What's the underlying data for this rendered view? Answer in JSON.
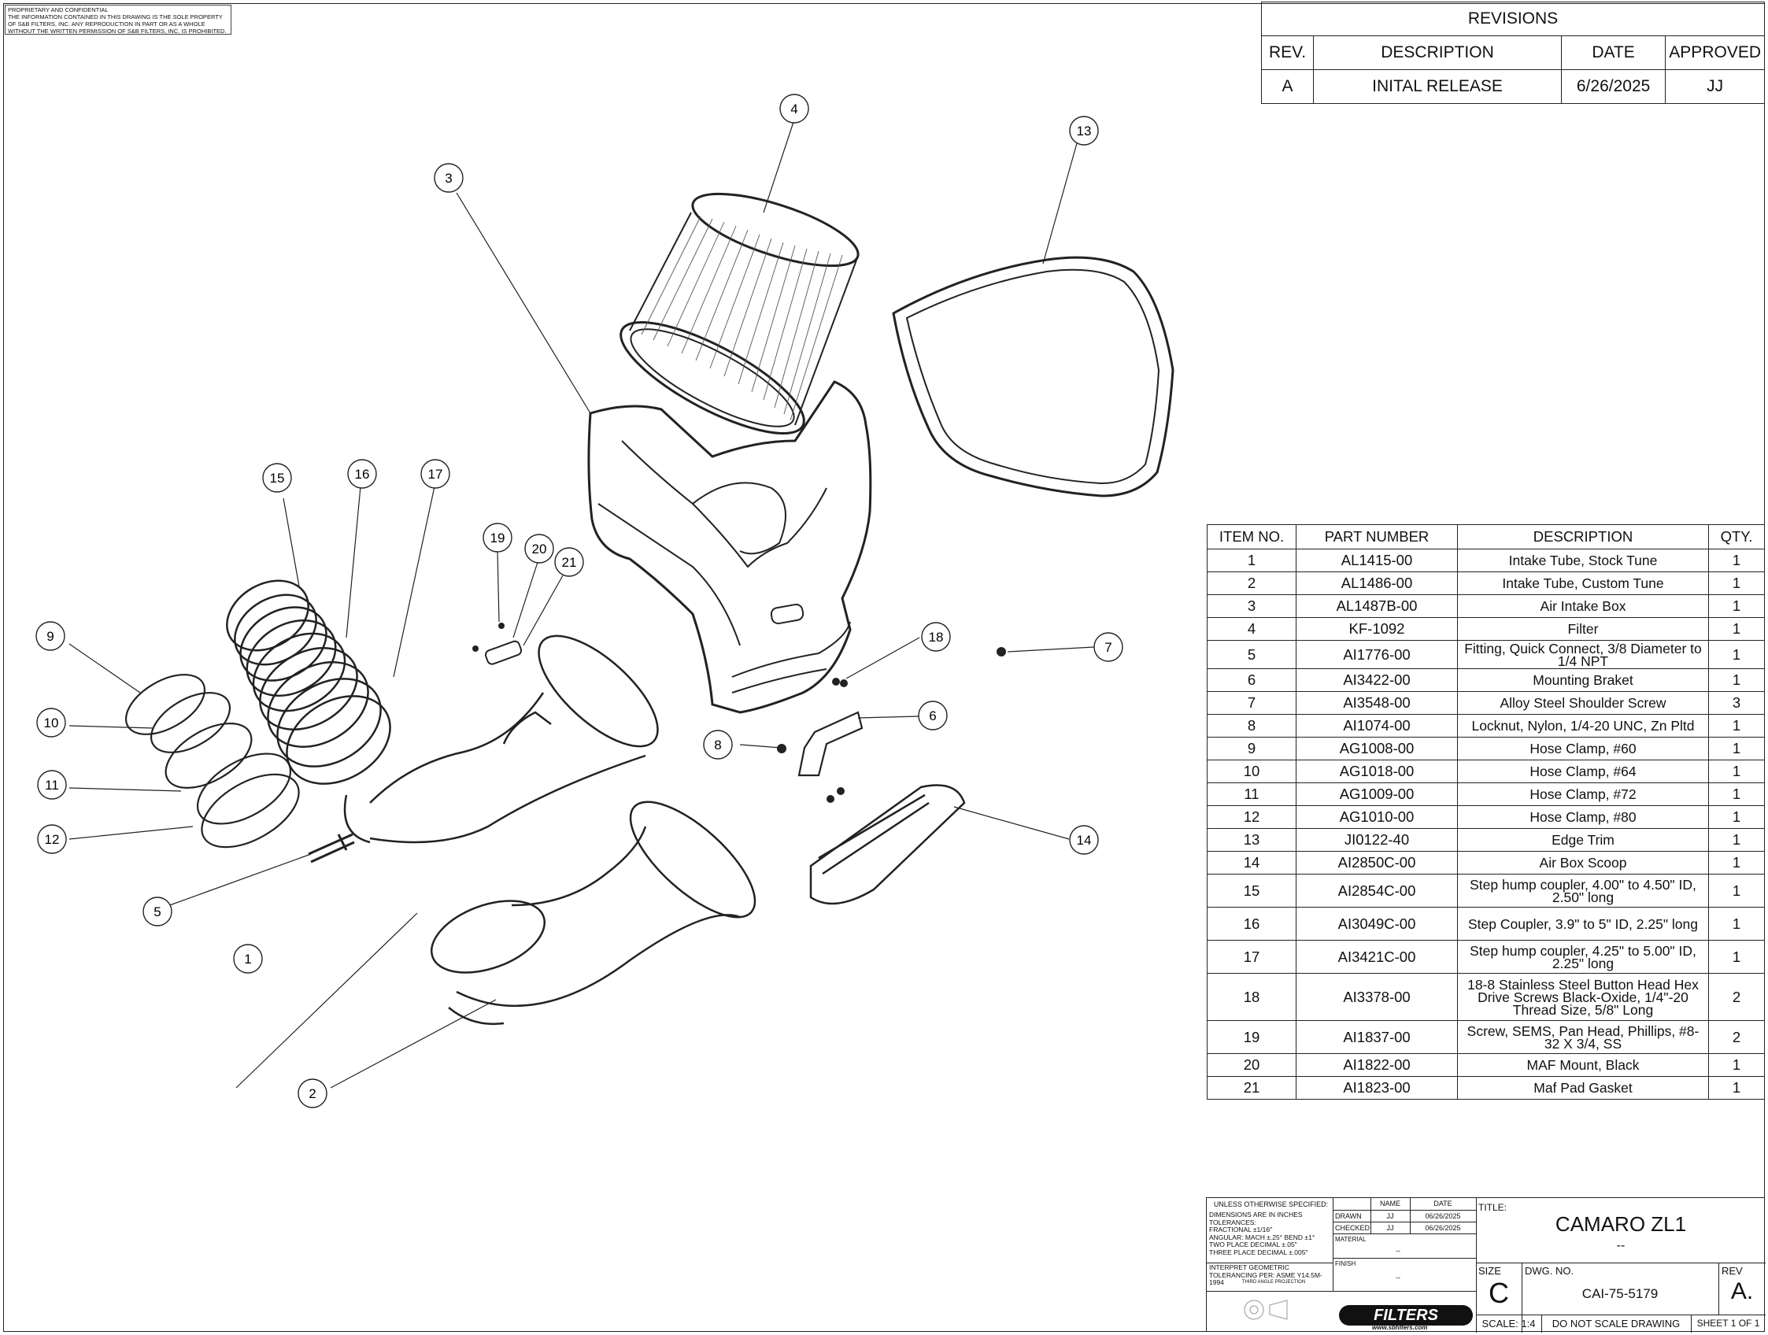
{
  "notice": {
    "lines": [
      "PROPRIETARY AND CONFIDENTIAL",
      "THE INFORMATION CONTAINED IN THIS DRAWING IS THE SOLE PROPERTY",
      "OF S&B FILTERS, INC.  ANY REPRODUCTION IN PART OR AS A WHOLE",
      "WITHOUT THE WRITTEN PERMISSION OF S&B FILTERS, INC. IS PROHIBITED."
    ]
  },
  "revisions": {
    "title": "REVISIONS",
    "headers": [
      "REV.",
      "DESCRIPTION",
      "DATE",
      "APPROVED"
    ],
    "rows": [
      [
        "A",
        "INITAL RELEASE",
        "6/26/2025",
        "JJ"
      ]
    ]
  },
  "bom": {
    "headers": [
      "ITEM NO.",
      "PART NUMBER",
      "DESCRIPTION",
      "QTY."
    ],
    "rows": [
      [
        "1",
        "AL1415-00",
        "Intake Tube, Stock Tune",
        "1"
      ],
      [
        "2",
        "AL1486-00",
        "Intake Tube, Custom Tune",
        "1"
      ],
      [
        "3",
        "AL1487B-00",
        "Air Intake Box",
        "1"
      ],
      [
        "4",
        "KF-1092",
        "Filter",
        "1"
      ],
      [
        "5",
        "AI1776-00",
        "Fitting, Quick Connect, 3/8 Diameter to 1/4 NPT",
        "1"
      ],
      [
        "6",
        "AI3422-00",
        "Mounting Braket",
        "1"
      ],
      [
        "7",
        "AI3548-00",
        "Alloy Steel Shoulder Screw",
        "3"
      ],
      [
        "8",
        "AI1074-00",
        "Locknut, Nylon, 1/4-20 UNC, Zn Pltd",
        "1"
      ],
      [
        "9",
        "AG1008-00",
        "Hose Clamp, #60",
        "1"
      ],
      [
        "10",
        "AG1018-00",
        "Hose Clamp, #64",
        "1"
      ],
      [
        "11",
        "AG1009-00",
        "Hose Clamp, #72",
        "1"
      ],
      [
        "12",
        "AG1010-00",
        "Hose Clamp, #80",
        "1"
      ],
      [
        "13",
        "JI0122-40",
        "Edge Trim",
        "1"
      ],
      [
        "14",
        "AI2850C-00",
        "Air Box Scoop",
        "1"
      ],
      [
        "15",
        "AI2854C-00",
        "Step hump coupler, 4.00\" to 4.50\" ID, 2.50\" long",
        "1"
      ],
      [
        "16",
        "AI3049C-00",
        "Step Coupler, 3.9\" to 5\" ID, 2.25\" long",
        "1"
      ],
      [
        "17",
        "AI3421C-00",
        "Step hump coupler, 4.25\" to 5.00\" ID, 2.25\" long",
        "1"
      ],
      [
        "18",
        "AI3378-00",
        "18-8 Stainless Steel Button Head Hex Drive Screws Black-Oxide, 1/4\"-20 Thread Size, 5/8\" Long",
        "2"
      ],
      [
        "19",
        "AI1837-00",
        "Screw, SEMS, Pan Head, Phillips, #8-32 X 3/4, SS",
        "2"
      ],
      [
        "20",
        "AI1822-00",
        "MAF Mount, Black",
        "1"
      ],
      [
        "21",
        "AI1823-00",
        "Maf Pad Gasket",
        "1"
      ]
    ]
  },
  "balloons": [
    "1",
    "2",
    "3",
    "4",
    "5",
    "6",
    "7",
    "8",
    "9",
    "10",
    "11",
    "12",
    "13",
    "14",
    "15",
    "16",
    "17",
    "18",
    "19",
    "20",
    "21"
  ],
  "title_block": {
    "unless": "UNLESS OTHERWISE SPECIFIED:",
    "dims": "DIMENSIONS ARE IN INCHES",
    "tolerances": "TOLERANCES:",
    "fractional": "FRACTIONAL ±1/16\"",
    "angular": "ANGULAR: MACH ±.25°  BEND ±1°",
    "two_place": "TWO PLACE DECIMAL ±.05\"",
    "three_place": "THREE PLACE DECIMAL ±.005\"",
    "interpret": "INTERPRET GEOMETRIC",
    "tolerancing": "TOLERANCING PER: ASME Y14.5M-1994",
    "projection": "THIRD ANGLE PROJECTION",
    "name_h": "NAME",
    "date_h": "DATE",
    "drawn": "DRAWN",
    "drawn_name": "JJ",
    "drawn_date": "06/26/2025",
    "checked": "CHECKED",
    "checked_name": "JJ",
    "checked_date": "06/26/2025",
    "material": "MATERIAL",
    "material_val": "--",
    "finish": "FINISH",
    "finish_val": "--",
    "title_label": "TITLE:",
    "title": "CAMARO  ZL1",
    "subtitle": "--",
    "size_label": "SIZE",
    "size": "C",
    "dwg_label": "DWG.  NO.",
    "dwg_no": "CAI-75-5179",
    "rev_label": "REV",
    "rev": "A.",
    "scale": "SCALE: 1:4",
    "donot": "DO NOT SCALE DRAWING",
    "sheet": "SHEET 1 OF 1",
    "logo_text": "FILTERS",
    "logo_url": "www.sbfilters.com"
  }
}
